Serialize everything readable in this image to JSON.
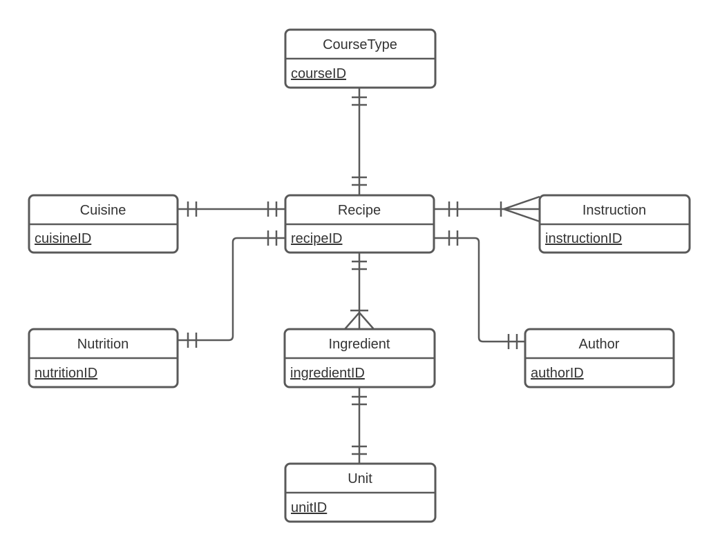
{
  "diagram": {
    "type": "entity-relationship",
    "notation": "crows-foot",
    "colors": {
      "background": "#ffffff",
      "stroke": "#595959",
      "text": "#333333",
      "entity_fill": "#ffffff"
    },
    "entities": {
      "courseType": {
        "name": "CourseType",
        "primary_key": "courseID"
      },
      "cuisine": {
        "name": "Cuisine",
        "primary_key": "cuisineID"
      },
      "recipe": {
        "name": "Recipe",
        "primary_key": "recipeID"
      },
      "instruction": {
        "name": "Instruction",
        "primary_key": "instructionID"
      },
      "nutrition": {
        "name": "Nutrition",
        "primary_key": "nutritionID"
      },
      "ingredient": {
        "name": "Ingredient",
        "primary_key": "ingredientID"
      },
      "author": {
        "name": "Author",
        "primary_key": "authorID"
      },
      "unit": {
        "name": "Unit",
        "primary_key": "unitID"
      }
    },
    "relationships": [
      {
        "from": "CourseType",
        "to": "Recipe",
        "from_end": "one and only one",
        "to_end": "one and only one"
      },
      {
        "from": "Cuisine",
        "to": "Recipe",
        "from_end": "one and only one",
        "to_end": "one and only one"
      },
      {
        "from": "Recipe",
        "to": "Instruction",
        "from_end": "one and only one",
        "to_end": "one or many"
      },
      {
        "from": "Recipe",
        "to": "Ingredient",
        "from_end": "one and only one",
        "to_end": "one or many"
      },
      {
        "from": "Recipe",
        "to": "Author",
        "from_end": "one and only one",
        "to_end": "one and only one"
      },
      {
        "from": "Nutrition",
        "to": "Recipe",
        "from_end": "one and only one",
        "to_end": "one and only one"
      },
      {
        "from": "Ingredient",
        "to": "Unit",
        "from_end": "one and only one",
        "to_end": "one and only one"
      }
    ]
  }
}
